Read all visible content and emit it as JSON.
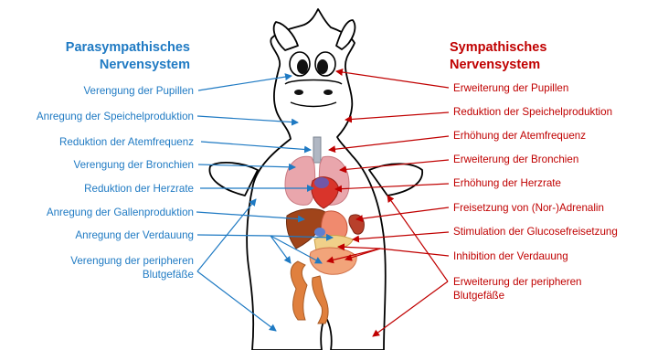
{
  "left": {
    "title_line1": "Parasympathisches",
    "title_line2": "Nervensystem",
    "items": [
      "Verengung der Pupillen",
      "Anregung der Speichelproduktion",
      "Reduktion der Atemfrequenz",
      "Verengung der Bronchien",
      "Reduktion der Herzrate",
      "Anregung der Gallenproduktion",
      "Anregung der Verdauung"
    ],
    "last_line1": "Verengung der peripheren",
    "last_line2": "Blutgefäße"
  },
  "right": {
    "title_line1": "Sympathisches",
    "title_line2": "Nervensystem",
    "items": [
      "Erweiterung der Pupillen",
      "Reduktion der Speichelproduktion",
      "Erhöhung der Atemfrequenz",
      "Erweiterung der Bronchien",
      "Erhöhung der Herzrate",
      "Freisetzung von (Nor-)Adrenalin",
      "Stimulation der Glucosefreisetzung",
      "Inhibition der Verdauung"
    ],
    "last_line1": "Erweiterung der peripheren",
    "last_line2": "Blutgefäße"
  },
  "colors": {
    "parasympathetic": "#1f7ac3",
    "sympathetic": "#c00000",
    "outline": "#000000",
    "lungs": "#e9a6ac",
    "heart": "#d9342b",
    "liver": "#a0441a",
    "stomach": "#f08a6e",
    "intestine": "#e0803e",
    "trachea": "#b0b7c3"
  },
  "icons": [
    "horse-body-outline",
    "lungs-icon",
    "heart-icon",
    "liver-icon",
    "stomach-icon",
    "pancreas-icon",
    "small-intestine-icon",
    "large-intestine-icon",
    "trachea-icon"
  ]
}
